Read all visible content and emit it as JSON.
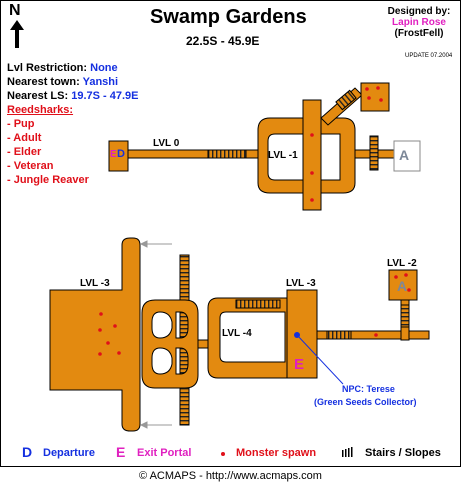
{
  "header": {
    "title": "Swamp Gardens",
    "coords": "22.5S - 45.9E",
    "designed_by_label": "Designed by:",
    "designer": "Lapin Rose",
    "designer_guild": "(FrostFell)",
    "update": "UPDATE 07.2004",
    "north": "N"
  },
  "info": {
    "lvl_restriction_label": "Lvl Restriction:",
    "lvl_restriction_value": "None",
    "nearest_town_label": "Nearest town:",
    "nearest_town_value": "Yanshi",
    "nearest_ls_label": "Nearest LS:",
    "nearest_ls_value": "19.7S - 47.9E",
    "reedsharks_title": "Reedsharks:",
    "reedsharks": [
      "- Pup",
      "- Adult",
      "- Elder",
      "- Veteran",
      "- Jungle Reaver"
    ]
  },
  "map": {
    "levels": [
      "LVL 0",
      "LVL -1",
      "LVL -3",
      "LVL -3",
      "LVL -4",
      "LVL -2"
    ],
    "marker_d": "D",
    "marker_e_small": "E",
    "marker_e_big": "E",
    "marker_a1": "A",
    "marker_a2": "A",
    "npc_label": "NPC: Terese",
    "npc_role": "(Green Seeds Collector)"
  },
  "legend": {
    "d_symbol": "D",
    "d_label": "Departure",
    "e_symbol": "E",
    "e_label": "Exit Portal",
    "spawn_label": "Monster spawn",
    "stairs_label": "Stairs / Slopes"
  },
  "footer": {
    "copyright": "© ACMAPS - http://www.acmaps.com"
  },
  "colors": {
    "path": "#e38a10",
    "spawn": "#e0101a",
    "blue": "#1530e0",
    "magenta": "#e020c0"
  }
}
